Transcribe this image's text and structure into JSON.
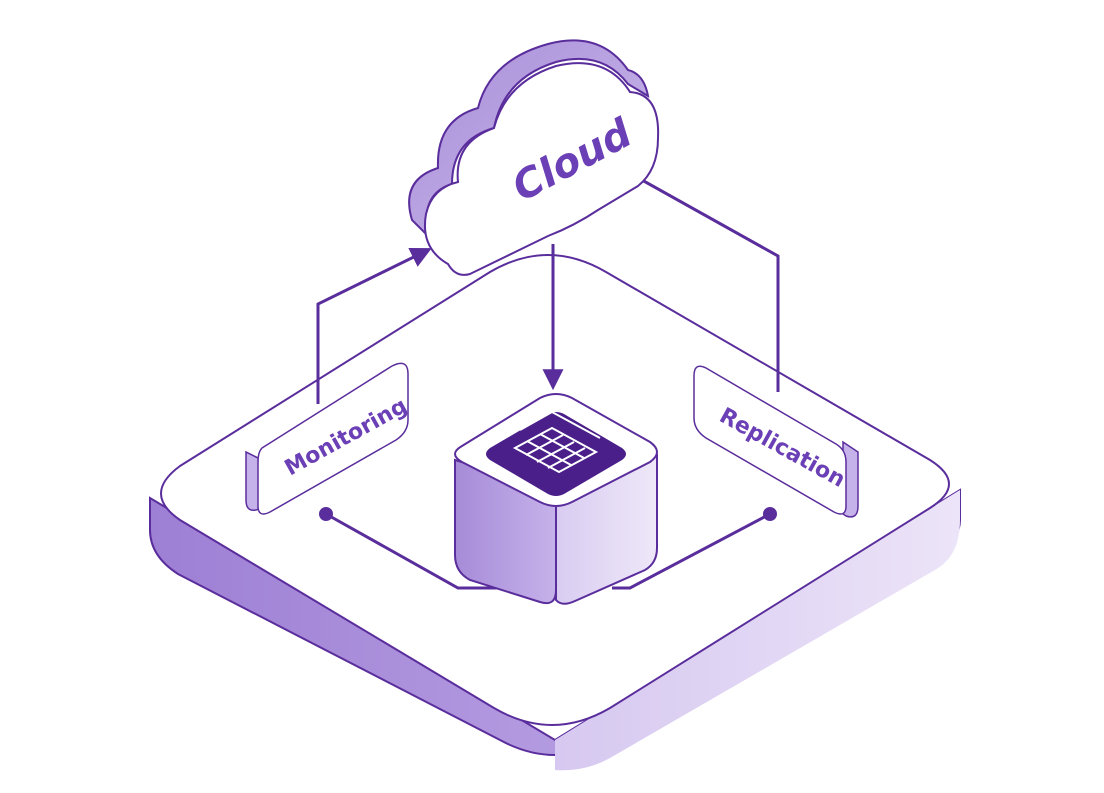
{
  "diagram": {
    "cloud_label": "Cloud",
    "nodes": [
      {
        "id": "monitoring",
        "label": "Monitoring"
      },
      {
        "id": "replication",
        "label": "Replication"
      }
    ],
    "center_icon": "server-rack-icon",
    "colors": {
      "primary": "#5a2d9c",
      "label": "#6b3fb5",
      "soft": "#b8a3e0",
      "light": "#ede6f8",
      "icon_bg": "#4a1f8a"
    }
  }
}
